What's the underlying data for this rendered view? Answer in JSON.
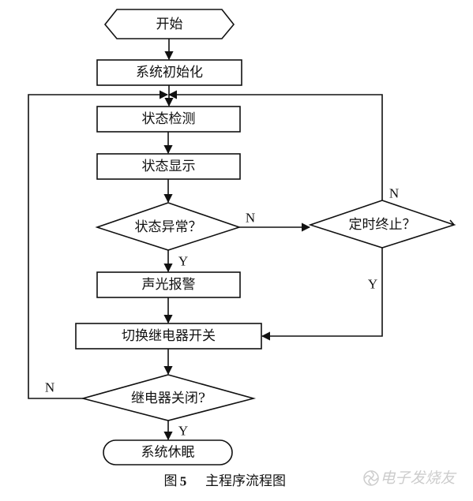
{
  "flowchart": {
    "nodes": {
      "start": "开始",
      "init": "系统初始化",
      "detect": "状态检测",
      "display": "状态显示",
      "abnormal_q": "状态异常？",
      "alarm": "声光报警",
      "switch_relay": "切换继电器开关",
      "relay_closed_q": "继电器关闭?",
      "sleep": "系统休眠",
      "timeout_q": "定时终止？"
    },
    "edge_labels": {
      "abnormal_no": "N",
      "abnormal_yes": "Y",
      "timeout_no": "N",
      "timeout_yes": "Y",
      "relay_no": "N",
      "relay_yes": "Y"
    }
  },
  "caption": {
    "figure_label": "图",
    "figure_number": "5",
    "title": "主程序流程图"
  },
  "watermark": {
    "text": "电子发烧友",
    "icon": "pinwheel-logo-icon"
  },
  "colors": {
    "stroke": "#111111",
    "background": "#ffffff",
    "watermark": "#c7c7c7"
  }
}
